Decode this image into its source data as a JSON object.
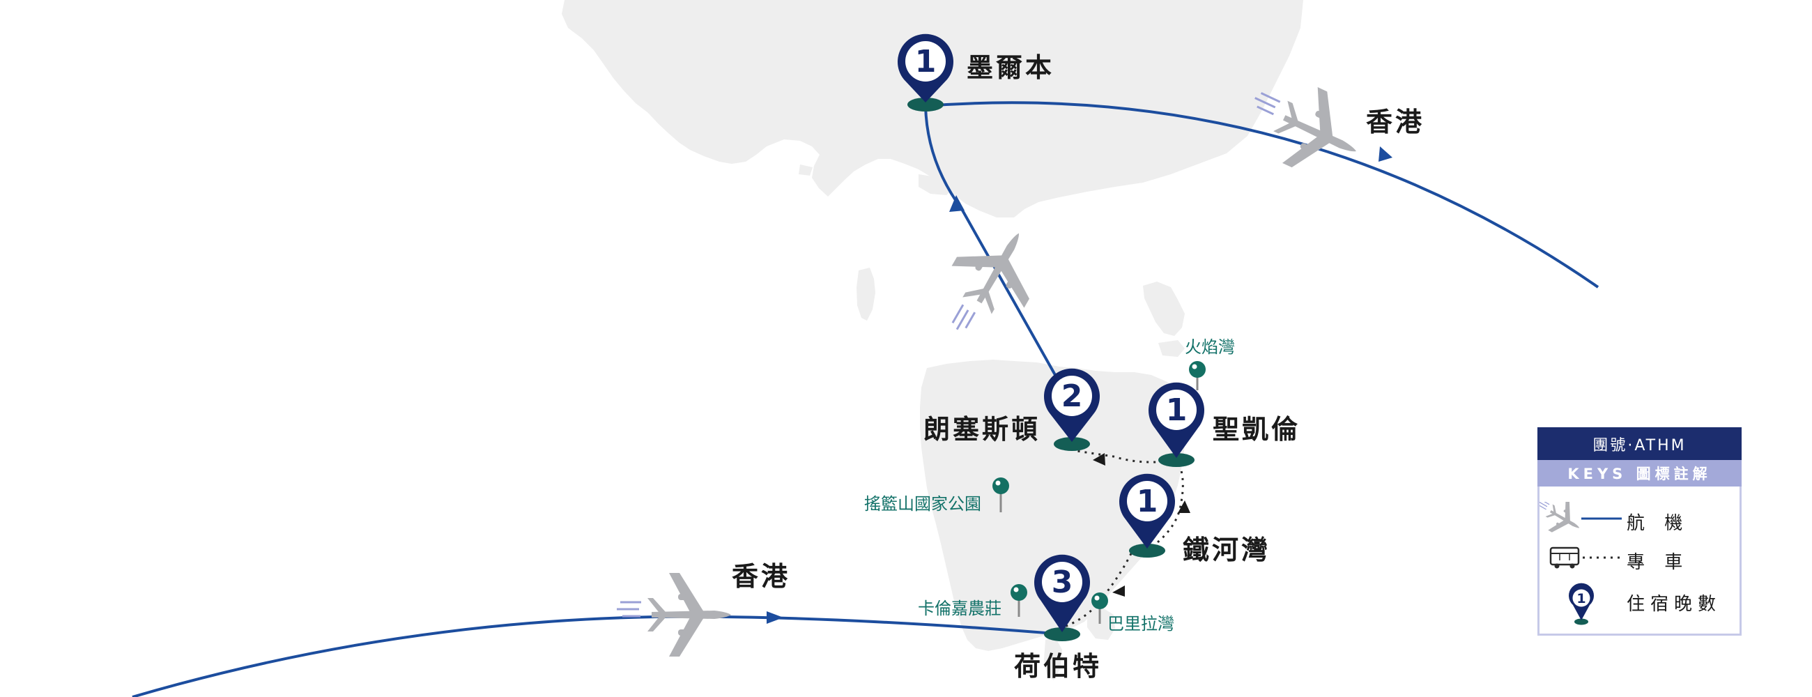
{
  "route_labels": {
    "melbourne": "墨爾本",
    "hongkong_top": "香港",
    "hongkong_bottom": "香港",
    "launceston": "朗塞斯頓",
    "st_helens": "聖凱倫",
    "iron_bay": "鐵河灣",
    "hobart": "荷伯特"
  },
  "stays": {
    "melbourne": "1",
    "launceston": "2",
    "st_helens": "1",
    "iron_bay": "1",
    "hobart": "3"
  },
  "sights": {
    "bay_of_fires": "火焰灣",
    "cradle_mountain": "搖籃山國家公園",
    "richmond": "卡倫嘉農莊",
    "port_arthur": "巴里拉灣"
  },
  "legend": {
    "title": "團號·ATHM",
    "subtitle": "KEYS 圖標註解",
    "flight": "航 機",
    "coach": "專 車",
    "nights": "住宿晚數",
    "nights_sample": "1"
  },
  "colors": {
    "flight_route": "#1c4d9e",
    "pin": "#14276a",
    "pin_base": "#145e55",
    "sight_pin": "#147063",
    "sight_text": "#137269",
    "land": "#eeeeee",
    "plane": "#b0b1b5",
    "legend_header": "#1c2d6e",
    "legend_sub": "#a3a9d9"
  }
}
